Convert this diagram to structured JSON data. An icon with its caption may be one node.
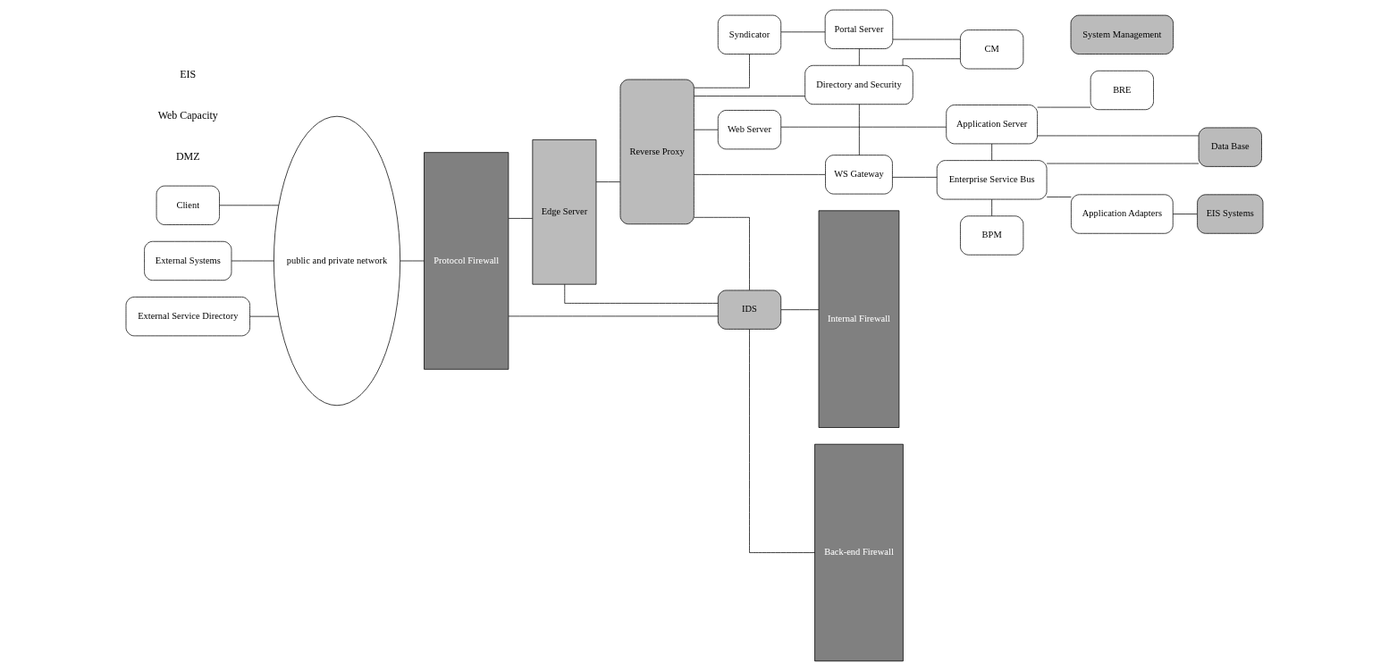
{
  "diagram": {
    "nodes": [
      {
        "text": [
          "Client"
        ]
      },
      {
        "text": [
          "External Systems"
        ]
      },
      {
        "text": [
          "External Service Directory"
        ]
      },
      {
        "text": [
          "public and private network"
        ]
      },
      {
        "text": [
          "Protocol Firewall"
        ]
      },
      {
        "text": [
          "Edge Server"
        ]
      },
      {
        "text": [
          "Reverse Proxy"
        ]
      },
      {
        "text": [
          "Syndicator"
        ]
      },
      {
        "text": [
          "Web Server"
        ]
      },
      {
        "text": [
          "Internal Firewall"
        ]
      },
      {
        "text": [
          "Portal Server"
        ]
      },
      {
        "text": [
          "CM"
        ]
      },
      {
        "text": [
          "Directory and Security"
        ]
      },
      {
        "text": [
          "WS Gateway"
        ]
      },
      {
        "text": [
          "System Management"
        ]
      },
      {
        "text": [
          "Application Server"
        ]
      },
      {
        "text": [
          "BRE"
        ]
      },
      {
        "text": [
          "Enterprise Service Bus"
        ]
      },
      {
        "text": [
          "Application Adapters"
        ]
      },
      {
        "text": [
          "BPM"
        ]
      },
      {
        "text": [
          "Back-end Firewall"
        ]
      },
      {
        "text": [
          "Data Base"
        ]
      },
      {
        "text": [
          "EIS Systems"
        ]
      },
      {
        "text": [
          "IDS"
        ]
      }
    ],
    "edges": [
      {
        "from": 0,
        "to": 3,
        "arrow": "none"
      },
      {
        "from": 1,
        "to": 3,
        "arrow": "none"
      },
      {
        "from": 2,
        "to": 3,
        "arrow": "none"
      },
      {
        "from": 3,
        "to": 4,
        "arrow": "none"
      },
      {
        "from": 4,
        "to": 5,
        "arrow": "none"
      },
      {
        "from": 5,
        "to": 6,
        "arrow": "none"
      },
      {
        "from": 6,
        "to": 8,
        "arrow": "none"
      },
      {
        "from": 6,
        "to": 7,
        "arrow": "none"
      },
      {
        "from": 7,
        "to": 10,
        "arrow": "none"
      },
      {
        "from": 8,
        "to": 15,
        "arrow": "none"
      },
      {
        "from": 10,
        "to": 12,
        "arrow": "none"
      },
      {
        "from": 10,
        "to": 11,
        "arrow": "none"
      },
      {
        "from": 11,
        "to": 12,
        "arrow": "none"
      },
      {
        "from": 12,
        "to": 13,
        "arrow": "none"
      },
      {
        "from": 6,
        "to": 12,
        "arrow": "none"
      },
      {
        "from": 6,
        "to": 13,
        "arrow": "none"
      },
      {
        "from": 13,
        "to": 17,
        "arrow": "none"
      },
      {
        "from": 15,
        "to": 16,
        "arrow": "none"
      },
      {
        "from": 15,
        "to": 17,
        "arrow": "none"
      },
      {
        "from": 15,
        "to": 21,
        "arrow": "none"
      },
      {
        "from": 17,
        "to": 21,
        "arrow": "none"
      },
      {
        "from": 17,
        "to": 18,
        "arrow": "none"
      },
      {
        "from": 18,
        "to": 22,
        "arrow": "none"
      },
      {
        "from": 17,
        "to": 19,
        "arrow": "none"
      },
      {
        "from": 4,
        "to": 23,
        "arrow": "none"
      },
      {
        "from": 5,
        "to": 23,
        "arrow": "none"
      },
      {
        "from": 6,
        "to": 23,
        "arrow": "none"
      },
      {
        "from": 23,
        "to": 9,
        "arrow": "none"
      },
      {
        "from": 23,
        "to": 20,
        "arrow": "none"
      }
    ],
    "labels": [
      "DMZ",
      "Web Capacity",
      "EIS"
    ]
  }
}
